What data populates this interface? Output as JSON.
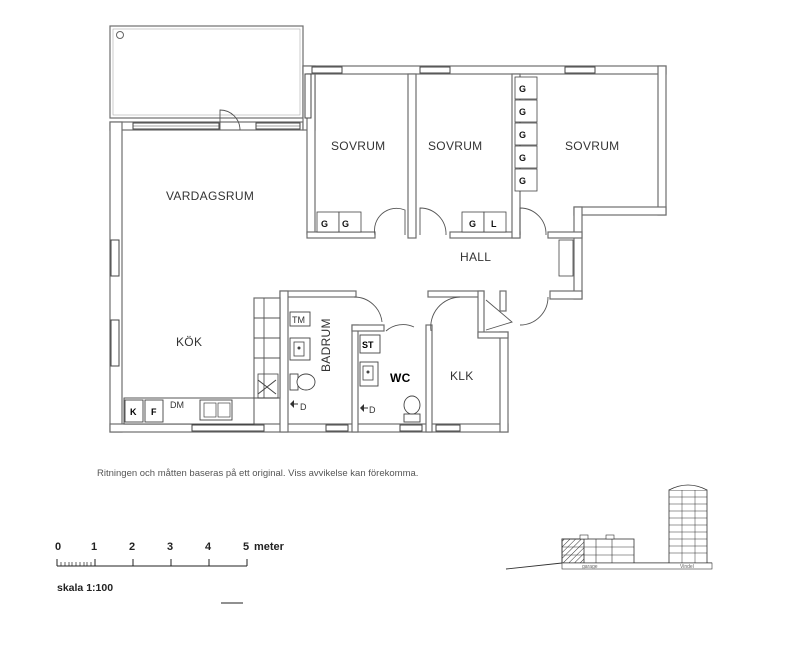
{
  "rooms": {
    "vardagsrum": "VARDAGSRUM",
    "sovrum1": "SOVRUM",
    "sovrum2": "SOVRUM",
    "sovrum3": "SOVRUM",
    "hall": "HALL",
    "kok": "KÖK",
    "badrum": "BADRUM",
    "wc": "WC",
    "klk": "KLK"
  },
  "fixtures": {
    "wardrobe": "G",
    "linen": "L",
    "tm": "TM",
    "st": "ST",
    "dm": "DM",
    "k": "K",
    "f": "F",
    "drain_bath": "D",
    "drain_wc": "D"
  },
  "disclaimer": "Ritningen och måtten baseras på ett original. Viss avvikelse kan förekomma.",
  "scale_bar": {
    "ticks": [
      "0",
      "1",
      "2",
      "3",
      "4",
      "5"
    ],
    "unit": "meter",
    "label": "skala 1:100"
  },
  "elevation": {
    "left_label": "garage",
    "right_label": "Vindel"
  }
}
